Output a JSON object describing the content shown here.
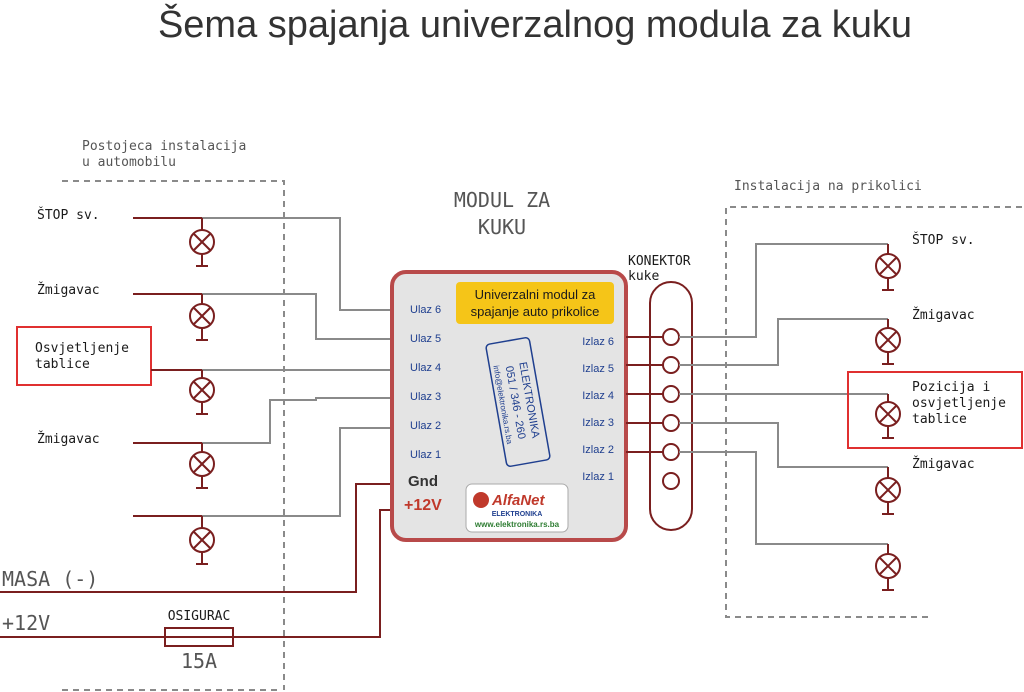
{
  "title": "Šema spajanja univerzalnog modula za kuku",
  "car_side": {
    "caption_line1": "Postojeca instalacija",
    "caption_line2": "u automobilu",
    "labels": [
      "ŠTOP sv.",
      "Žmigavac",
      "Osvjetljenje",
      "tablice",
      "Žmigavac"
    ]
  },
  "module": {
    "heading_line1": "MODUL ZA",
    "heading_line2": "KUKU",
    "yellow_line1": "Univerzalni modul za",
    "yellow_line2": "spajanje auto prikolice",
    "inputs": [
      "Ulaz 6",
      "Ulaz 5",
      "Ulaz 4",
      "Ulaz 3",
      "Ulaz 2",
      "Ulaz 1"
    ],
    "outputs": [
      "Izlaz 6",
      "Izlaz 5",
      "Izlaz 4",
      "Izlaz 3",
      "Izlaz 2",
      "Izlaz 1"
    ],
    "gnd_label": "Gnd",
    "plus12_label": "+12V",
    "stamp_line1": "ELEKTRONIKA",
    "stamp_line2": "051 / 346 - 260",
    "stamp_line3": "info@elektronika.rs.ba",
    "logo_name": "AlfaNet",
    "logo_sub": "ELEKTRONIKA",
    "logo_url": "www.elektronika.rs.ba"
  },
  "connector": {
    "label_line1": "KONEKTOR",
    "label_line2": "kuke"
  },
  "trailer_side": {
    "caption": "Instalacija na prikolici",
    "labels": [
      "ŠTOP sv.",
      "Žmigavac",
      "Pozicija i",
      "osvjetljenje",
      "tablice",
      "Žmigavac"
    ]
  },
  "power": {
    "masa_label": "MASA (-)",
    "plus12_label": "+12V",
    "fuse_label": "OSIGURAC",
    "fuse_value": "15A"
  },
  "colors": {
    "wire_red": "#7a1f1f",
    "wire_grey": "#8a8a8a",
    "module_border": "#b84a4a",
    "module_fill": "#e4e4e4",
    "highlight_box": "#e03030",
    "yellow_box": "#f5c518",
    "port_text": "#1f3f8f"
  },
  "icons": [
    "lamp-icon",
    "ground-icon",
    "fuse-icon",
    "connector-pin-icon"
  ]
}
